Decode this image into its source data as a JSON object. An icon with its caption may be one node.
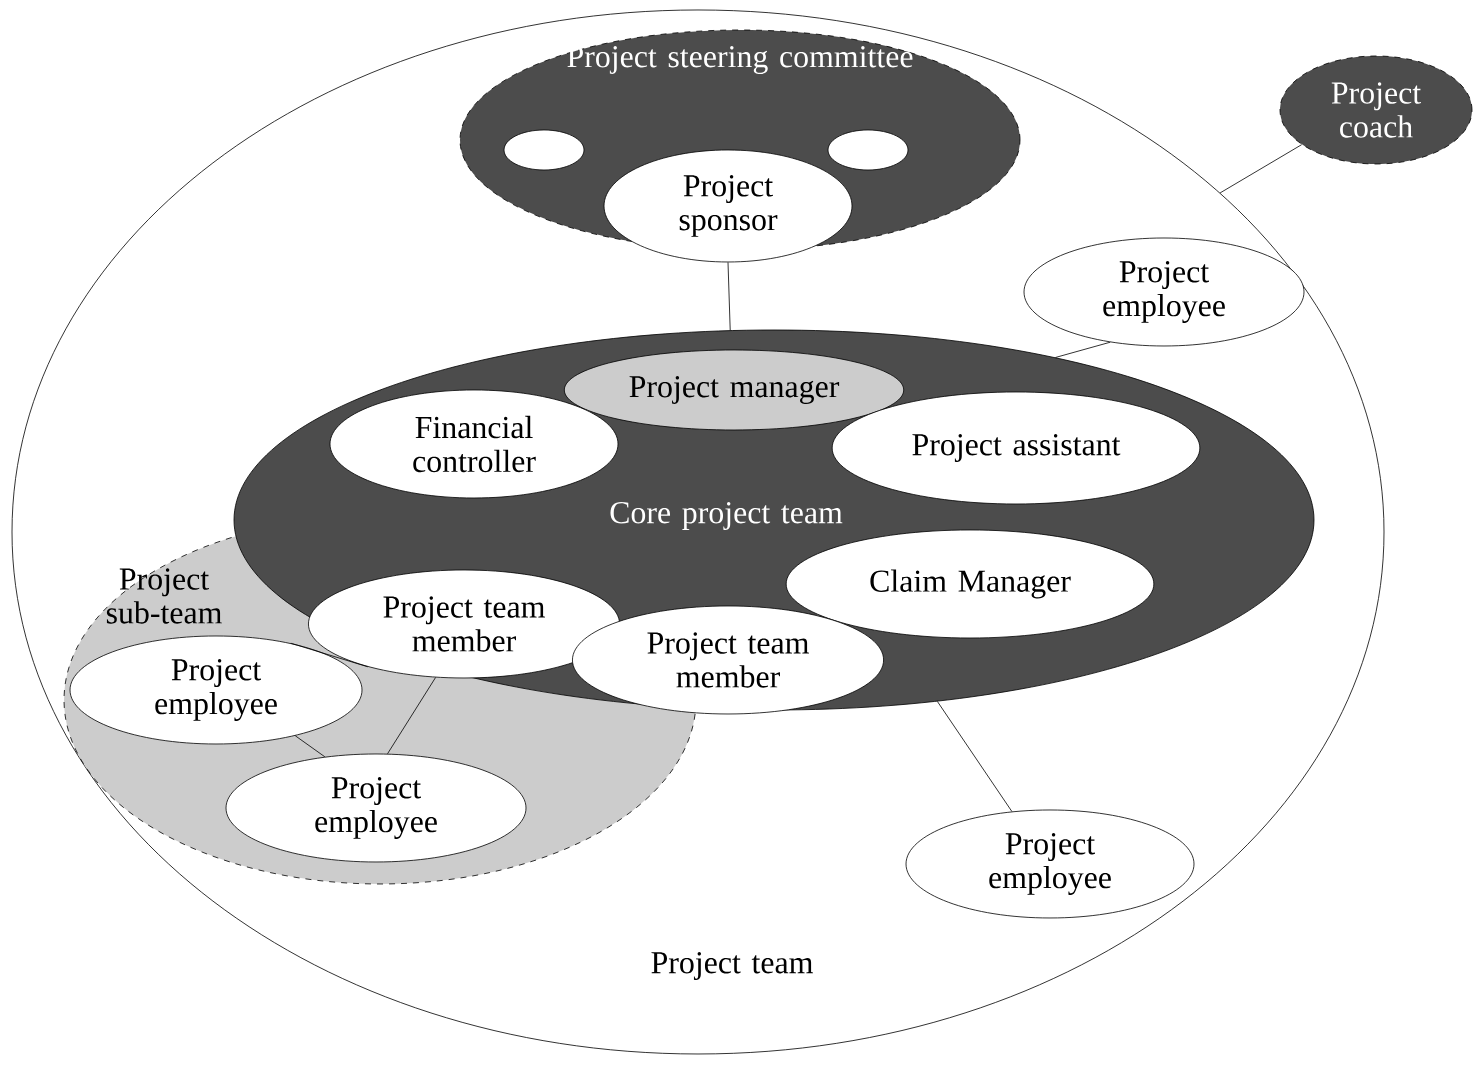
{
  "diagram": {
    "nodes": [
      {
        "text": [
          "Project team"
        ]
      },
      {
        "text": [
          "Project steering committee"
        ],
        "in": 0
      },
      {
        "text": [],
        "shape": "ellipse",
        "in": 1
      },
      {
        "text": [],
        "shape": "ellipse",
        "in": 1
      },
      {
        "text": [
          "Project sponsor"
        ],
        "in": 1
      },
      {
        "text": [
          "Project coach"
        ]
      },
      {
        "text": [
          "Project employee"
        ],
        "in": 0
      },
      {
        "text": [
          "Core project team"
        ],
        "in": 0
      },
      {
        "text": [
          "Project manager"
        ],
        "in": 7
      },
      {
        "text": [
          "Financial controller"
        ],
        "in": 7
      },
      {
        "text": [
          "Project assistant"
        ],
        "in": 7
      },
      {
        "text": [
          "Claim Manager"
        ],
        "in": 7
      },
      {
        "text": [
          "Project team member"
        ]
      },
      {
        "text": [
          "Project team member"
        ],
        "in": 7
      },
      {
        "text": [
          "Project sub-team"
        ],
        "in": 0
      },
      {
        "text": [
          "Project employee"
        ],
        "in": 14
      },
      {
        "text": [
          "Project employee"
        ],
        "in": 14
      },
      {
        "text": [
          "Project employee"
        ],
        "in": 0
      }
    ],
    "edges": [
      {
        "from": 4,
        "to": 7,
        "arrow": "none"
      },
      {
        "from": 5,
        "to": 0,
        "arrow": "none"
      },
      {
        "from": 6,
        "to": 7,
        "arrow": "none"
      },
      {
        "from": 17,
        "to": 7,
        "arrow": "none"
      },
      {
        "from": 15,
        "to": 12,
        "arrow": "none"
      },
      {
        "from": 16,
        "to": 12,
        "arrow": "none"
      },
      {
        "from": 15,
        "to": 16,
        "arrow": "none"
      }
    ]
  }
}
